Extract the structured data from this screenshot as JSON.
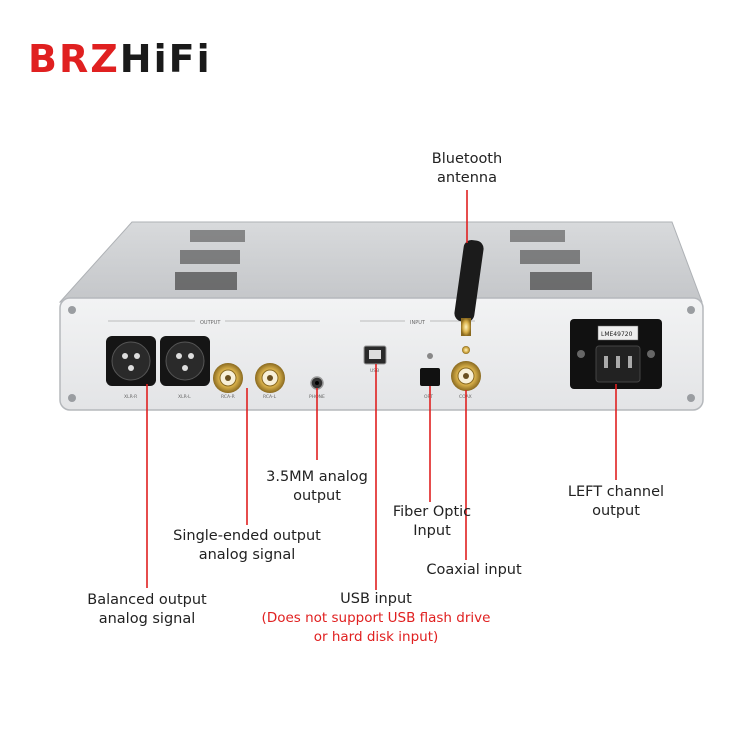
{
  "brand": {
    "part1": "BRZ",
    "part2": "HiFi",
    "accent": "#e02020"
  },
  "device": {
    "panel_labels": [
      "OUTPUT",
      "INPUT"
    ],
    "jack_labels": [
      "XLR-R",
      "XLR-L",
      "RCA-R",
      "RCA-L",
      "PHONE",
      "USB",
      "OPT",
      "COAX"
    ],
    "fuse_label": "LME49720"
  },
  "callouts": {
    "bluetooth": {
      "line1": "Bluetooth",
      "line2": "antenna"
    },
    "phone": {
      "line1": "3.5MM analog",
      "line2": "output"
    },
    "fiber": {
      "line1": "Fiber Optic",
      "line2": "Input"
    },
    "power": {
      "line1": "LEFT channel",
      "line2": "output"
    },
    "single": {
      "line1": "Single-ended output",
      "line2": "analog signal"
    },
    "coaxial": {
      "line1": "Coaxial input"
    },
    "balanced": {
      "line1": "Balanced output",
      "line2": "analog signal"
    },
    "usb": {
      "line1": "USB input",
      "note1": "(Does not support USB flash drive",
      "note2": "or hard disk input)"
    }
  },
  "colors": {
    "leader": "#e02020",
    "text": "#222222",
    "note": "#e02020"
  }
}
